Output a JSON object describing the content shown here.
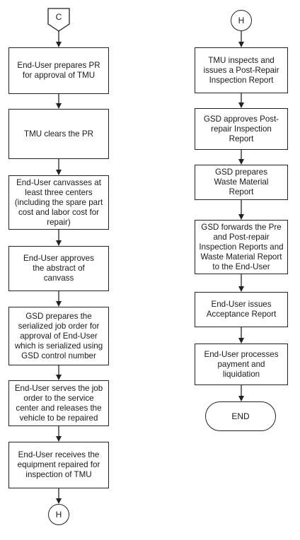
{
  "connectors": {
    "start_left": "C",
    "end_left": "H",
    "start_right": "H"
  },
  "left_column": [
    "End-User prepares PR for approval of TMU",
    "TMU clears the PR",
    "End-User canvasses at least three centers (including the spare part cost and labor cost for repair)",
    "End-User approves the abstract of canvass",
    "GSD prepares the serialized job order for approval of End-User which is serialized using GSD control number",
    "End-User serves the job order to the service center and releases the vehicle to be repaired",
    "End-User receives the equipment repaired for inspection of TMU"
  ],
  "right_column": [
    "TMU inspects and issues a Post-Repair Inspection Report",
    "GSD approves Post-repair Inspection Report",
    "GSD prepares Waste Material Report",
    "GSD forwards the Pre and Post-repair Inspection Reports and Waste Material Report to the End-User",
    "End-User issues Acceptance Report",
    "End-User processes payment and liquidation"
  ],
  "terminal": "END"
}
